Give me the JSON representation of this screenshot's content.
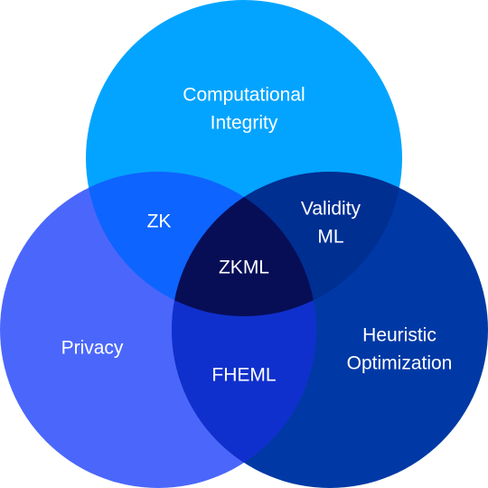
{
  "colors": {
    "top_circle": "#03A4FF",
    "left_circle": "#4B67FB",
    "right_circle": "#0039A5",
    "top_left": "#0D64FF",
    "top_right": "#002F92",
    "left_right": "#1030CD",
    "center": "#070E56",
    "text": "#FFFFFF"
  },
  "sets": {
    "top": {
      "line1": "Computational",
      "line2": "Integrity"
    },
    "left": {
      "line1": "Privacy"
    },
    "right": {
      "line1": "Heuristic",
      "line2": "Optimization"
    }
  },
  "intersections": {
    "top_left": "ZK",
    "top_right": {
      "line1": "Validity",
      "line2": "ML"
    },
    "left_right": "FHEML",
    "center": "ZKML"
  }
}
